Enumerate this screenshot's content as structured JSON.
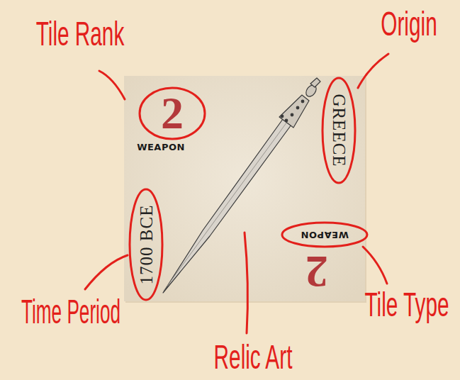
{
  "diagram": {
    "nodes": [
      {
        "text": [
          "2",
          "WEAPON",
          "GREECE",
          "1700 BCE",
          "WEAPON",
          "2"
        ]
      }
    ],
    "labels": [
      "Tile Rank",
      "Origin",
      "Time Period",
      "Relic Art",
      "Tile Type"
    ]
  }
}
